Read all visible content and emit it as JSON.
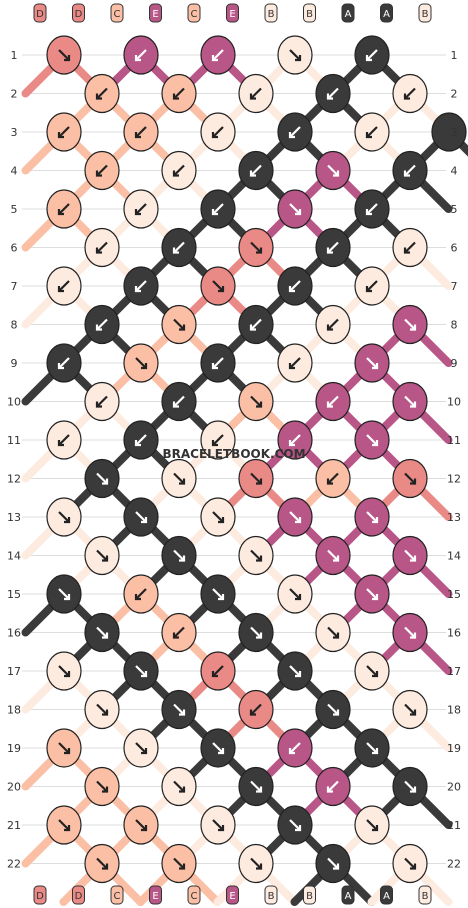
{
  "watermark": "BRACELETBOOK.COM",
  "rows": [
    1,
    2,
    3,
    4,
    5,
    6,
    7,
    8,
    9,
    10,
    11,
    12,
    13,
    14,
    15,
    16,
    17,
    18,
    19,
    20,
    21,
    22
  ],
  "strand_letters_top": [
    "D",
    "D",
    "C",
    "E",
    "C",
    "E",
    "B",
    "B",
    "A",
    "A",
    "B"
  ],
  "strand_letters_bottom": [
    "D",
    "D",
    "C",
    "E",
    "C",
    "E",
    "B",
    "B",
    "A",
    "A",
    "B"
  ],
  "colors": {
    "A": "#3a3a3a",
    "B": "#fdebe0",
    "C": "#fbbfa6",
    "D": "#ea8a86",
    "E": "#b85687"
  },
  "knots": [
    [
      "D-se",
      "E-sw",
      "E-sw",
      "B-se",
      "A-sw"
    ],
    [
      "C-sw",
      "C-sw",
      "B-sw",
      "A-sw",
      "B-sw"
    ],
    [
      "C-sw",
      "C-sw",
      "B-sw",
      "A-sw",
      "B-sw",
      "A"
    ],
    [
      "C-sw",
      "B-sw",
      "A-sw",
      "E-se",
      "A-sw"
    ],
    [
      "C-sw",
      "B-sw",
      "A-sw",
      "E-se",
      "A-sw"
    ],
    [
      "B-sw",
      "A-sw",
      "D-se",
      "A-sw",
      "B-sw"
    ],
    [
      "B-sw",
      "A-sw",
      "D-se",
      "A-sw",
      "B-sw"
    ],
    [
      "A-sw",
      "C-se",
      "A-sw",
      "B-sw",
      "E-se"
    ],
    [
      "A-sw",
      "C-se",
      "A-sw",
      "B-sw",
      "E-se"
    ],
    [
      "B-sw",
      "A-sw",
      "C-se",
      "E-sw",
      "E-se"
    ],
    [
      "B-sw",
      "A-sw",
      "B-sw",
      "E-sw",
      "E-se"
    ],
    [
      "A-se",
      "B-se",
      "D-se",
      "C-sw",
      "D-se"
    ],
    [
      "B-se",
      "A-se",
      "B-se",
      "E-se",
      "E-se"
    ],
    [
      "B-se",
      "A-se",
      "B-se",
      "E-se",
      "E-se"
    ],
    [
      "A-se",
      "C-sw",
      "A-se",
      "B-se",
      "E-se"
    ],
    [
      "A-se",
      "C-sw",
      "A-se",
      "B-se",
      "E-se"
    ],
    [
      "B-se",
      "A-se",
      "D-sw",
      "A-se",
      "B-se"
    ],
    [
      "B-se",
      "A-se",
      "D-sw",
      "A-se",
      "B-se"
    ],
    [
      "C-se",
      "B-se",
      "A-se",
      "E-sw",
      "A-se"
    ],
    [
      "C-se",
      "B-se",
      "A-se",
      "E-sw",
      "A-se"
    ],
    [
      "C-se",
      "C-se",
      "B-se",
      "A-se",
      "B-se"
    ],
    [
      "C-se",
      "C-se",
      "B-se",
      "A-se",
      "B-se"
    ]
  ]
}
